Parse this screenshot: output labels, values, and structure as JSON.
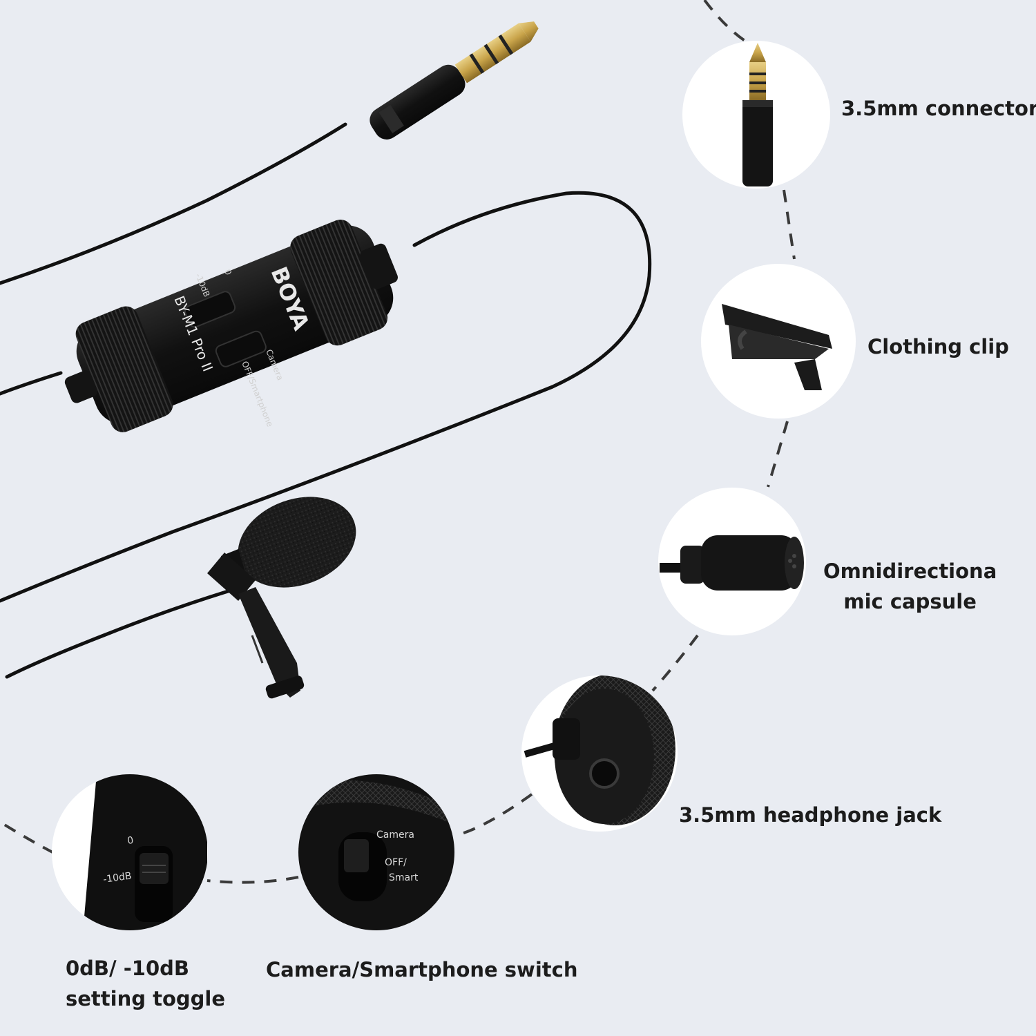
{
  "device": {
    "brand": "BOYA",
    "model": "BY-M1 Pro II",
    "toggle_level_top": "0",
    "toggle_level_bottom": "-10dB",
    "switch_top": "Camera",
    "switch_bottom": "OFF/Smartphone"
  },
  "callouts": {
    "connector": "3.5mm connector",
    "clip": "Clothing clip",
    "capsule_line1": "Omnidirectiona",
    "capsule_line2": "mic capsule",
    "headphone": "3.5mm headphone jack",
    "toggle_line1": "0dB/ -10dB",
    "toggle_line2": "setting toggle",
    "switch": "Camera/Smartphone switch"
  },
  "zoom": {
    "toggle_top": "0",
    "toggle_bottom": "-10dB",
    "switch_top": "Camera",
    "switch_mid": "OFF/",
    "switch_bottom": "Smart"
  },
  "colors": {
    "background": "#e9ecf2",
    "device": "#161616",
    "circle": "#ffffff",
    "dash": "#3a3a3a",
    "gold": "#c9a44a",
    "label": "#1c1c1c"
  }
}
